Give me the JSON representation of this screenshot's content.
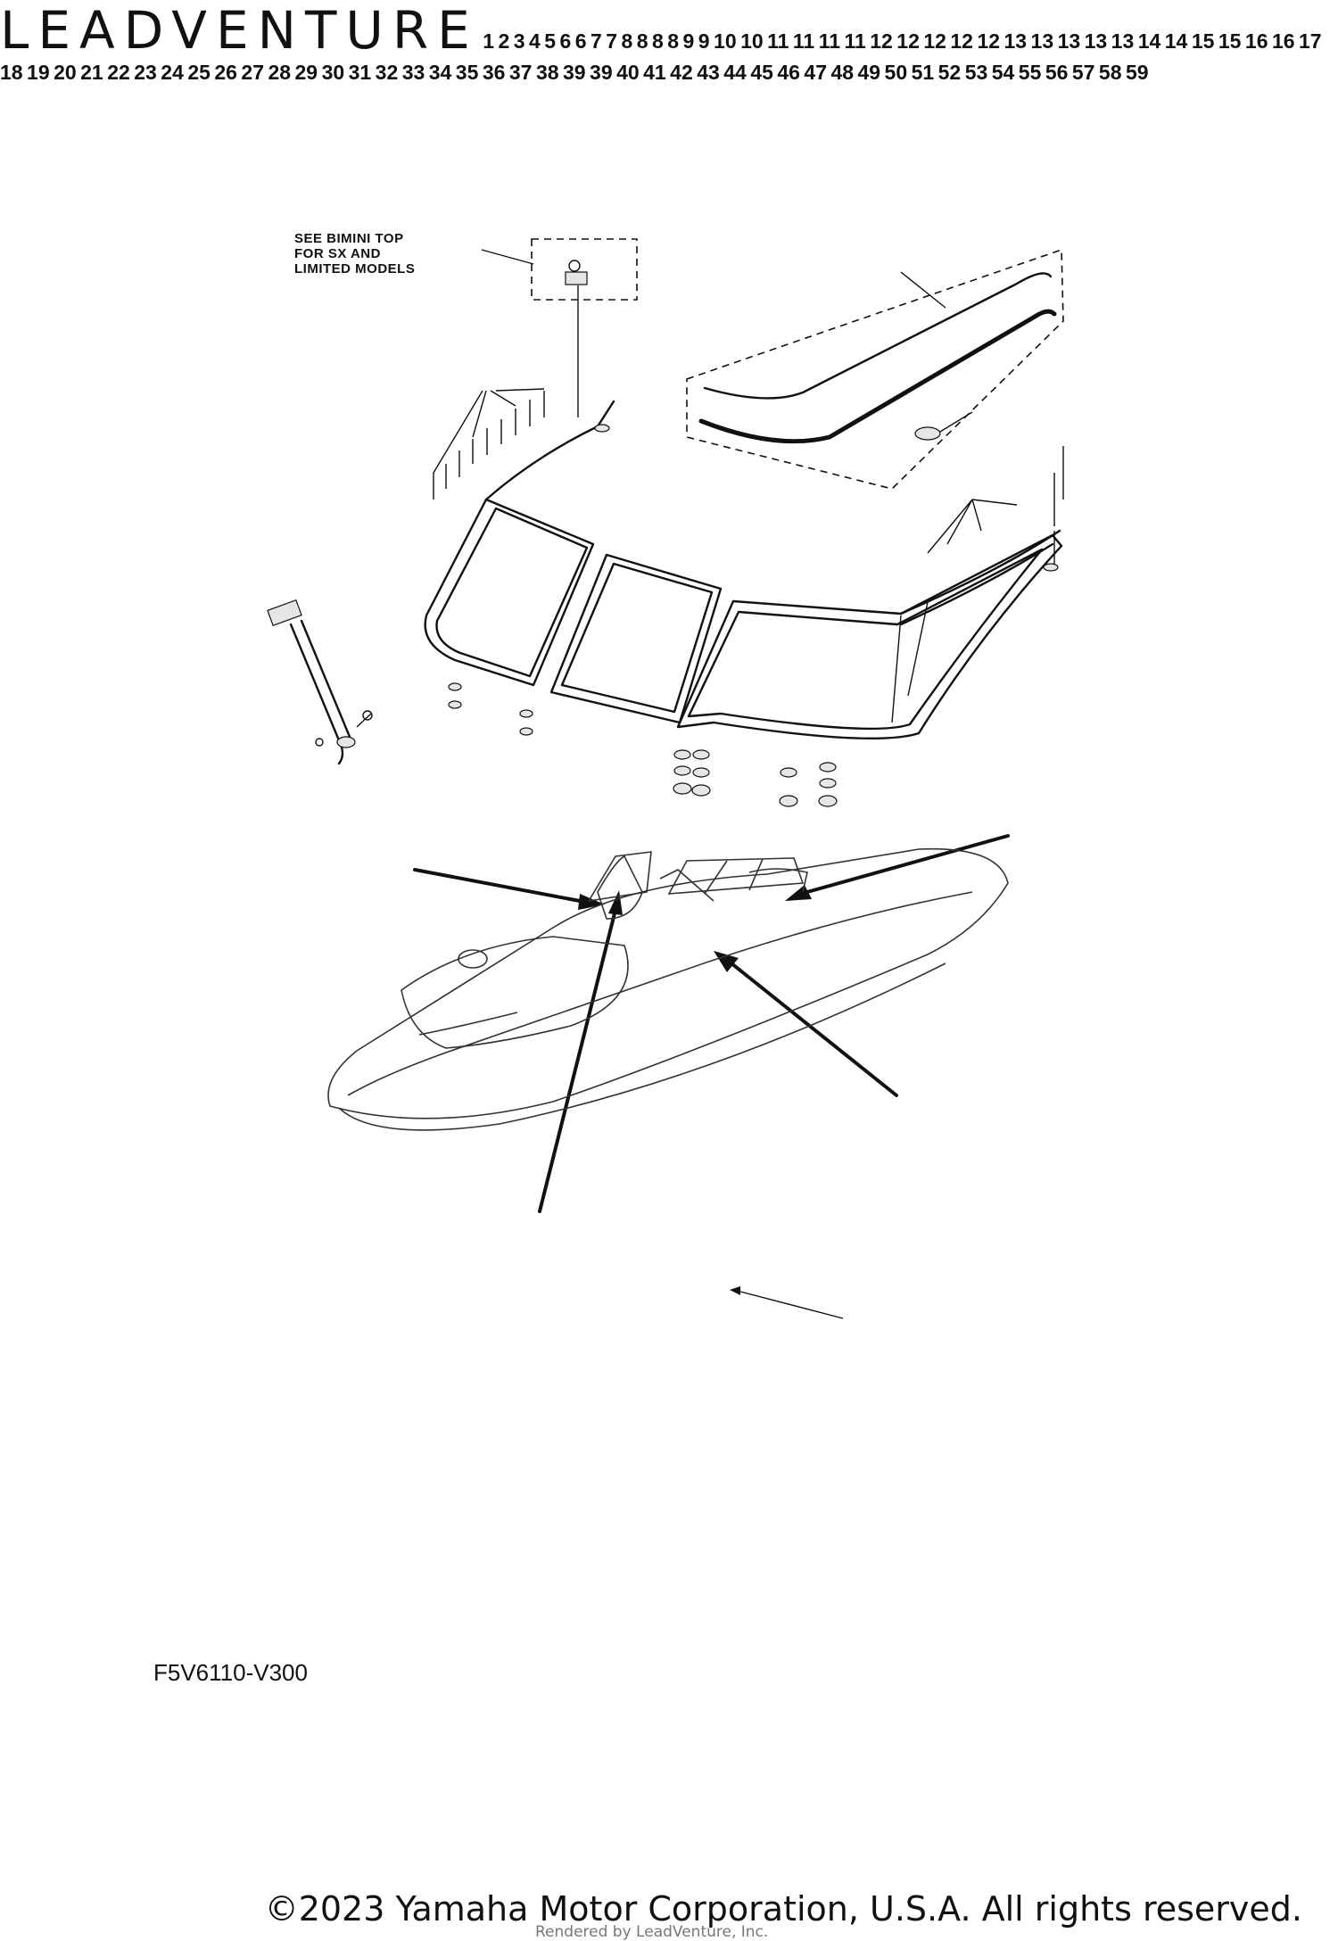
{
  "note": {
    "lines": [
      "SEE BIMINI TOP",
      "FOR SX AND",
      "LIMITED MODELS"
    ]
  },
  "callouts": [
    {
      "id": "c1",
      "text": "1"
    },
    {
      "id": "c2",
      "text": "2"
    },
    {
      "id": "c3",
      "text": "3"
    },
    {
      "id": "c4",
      "text": "4"
    },
    {
      "id": "c5",
      "text": "5"
    },
    {
      "id": "c6a",
      "text": "6"
    },
    {
      "id": "c6b",
      "text": "6"
    },
    {
      "id": "c7a",
      "text": "7"
    },
    {
      "id": "c7b",
      "text": "7"
    },
    {
      "id": "c8a",
      "text": "8"
    },
    {
      "id": "c8b",
      "text": "8"
    },
    {
      "id": "c8c",
      "text": "8"
    },
    {
      "id": "c8d",
      "text": "8"
    },
    {
      "id": "c9a",
      "text": "9"
    },
    {
      "id": "c9b",
      "text": "9"
    },
    {
      "id": "c10a",
      "text": "10"
    },
    {
      "id": "c10b",
      "text": "10"
    },
    {
      "id": "c11a",
      "text": "11"
    },
    {
      "id": "c11b",
      "text": "11"
    },
    {
      "id": "c11c",
      "text": "11"
    },
    {
      "id": "c11d",
      "text": "11"
    },
    {
      "id": "c12a",
      "text": "12"
    },
    {
      "id": "c12b",
      "text": "12"
    },
    {
      "id": "c12c",
      "text": "12"
    },
    {
      "id": "c12d",
      "text": "12"
    },
    {
      "id": "c12e",
      "text": "12"
    },
    {
      "id": "c13a",
      "text": "13"
    },
    {
      "id": "c13b",
      "text": "13"
    },
    {
      "id": "c13c",
      "text": "13"
    },
    {
      "id": "c13d",
      "text": "13"
    },
    {
      "id": "c13e",
      "text": "13"
    },
    {
      "id": "c14a",
      "text": "14"
    },
    {
      "id": "c14b",
      "text": "14"
    },
    {
      "id": "c15a",
      "text": "15"
    },
    {
      "id": "c15b",
      "text": "15"
    },
    {
      "id": "c16a",
      "text": "16"
    },
    {
      "id": "c16b",
      "text": "16"
    },
    {
      "id": "c17",
      "text": "17"
    },
    {
      "id": "c18",
      "text": "18"
    },
    {
      "id": "c19",
      "text": "19"
    },
    {
      "id": "c20",
      "text": "20"
    },
    {
      "id": "c21",
      "text": "21"
    },
    {
      "id": "c22",
      "text": "22"
    },
    {
      "id": "c23",
      "text": "23"
    },
    {
      "id": "c24",
      "text": "24"
    },
    {
      "id": "c25",
      "text": "25"
    },
    {
      "id": "c26",
      "text": "26"
    },
    {
      "id": "c27",
      "text": "27"
    },
    {
      "id": "c28",
      "text": "28"
    },
    {
      "id": "c29",
      "text": "29"
    },
    {
      "id": "c30",
      "text": "30"
    },
    {
      "id": "c31",
      "text": "31"
    },
    {
      "id": "c32",
      "text": "32"
    },
    {
      "id": "c33",
      "text": "33"
    },
    {
      "id": "c34",
      "text": "34"
    },
    {
      "id": "c35",
      "text": "35"
    },
    {
      "id": "c36",
      "text": "36"
    },
    {
      "id": "c37",
      "text": "37"
    },
    {
      "id": "c38",
      "text": "38"
    },
    {
      "id": "c39a",
      "text": "39"
    },
    {
      "id": "c39b",
      "text": "39"
    },
    {
      "id": "c40",
      "text": "40"
    },
    {
      "id": "c41",
      "text": "41"
    },
    {
      "id": "c42",
      "text": "42"
    },
    {
      "id": "c43",
      "text": "43"
    },
    {
      "id": "c44",
      "text": "44"
    },
    {
      "id": "c45",
      "text": "45"
    },
    {
      "id": "c46",
      "text": "46"
    },
    {
      "id": "c47",
      "text": "47"
    },
    {
      "id": "c48",
      "text": "48"
    },
    {
      "id": "c49",
      "text": "49"
    },
    {
      "id": "c50",
      "text": "50"
    },
    {
      "id": "c51",
      "text": "51"
    },
    {
      "id": "c52",
      "text": "52"
    },
    {
      "id": "c53",
      "text": "53"
    },
    {
      "id": "c54",
      "text": "54"
    },
    {
      "id": "c55",
      "text": "55"
    },
    {
      "id": "c56",
      "text": "56"
    },
    {
      "id": "c57",
      "text": "57"
    },
    {
      "id": "c58",
      "text": "58"
    },
    {
      "id": "c59",
      "text": "59"
    }
  ],
  "diagram_code": "F5V6110-V300",
  "watermark": "LEADVENTURE",
  "copyright": "©2023 Yamaha Motor Corporation, U.S.A. All rights reserved.",
  "rendered_by": "Rendered by LeadVenture, Inc."
}
